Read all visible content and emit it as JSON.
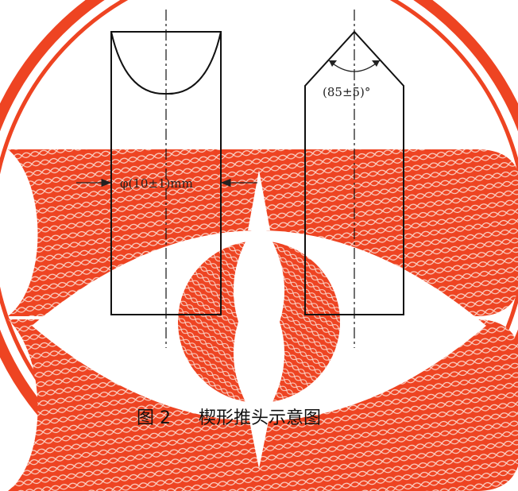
{
  "figure": {
    "dimension_diameter": "φ(10±1)mm",
    "dimension_angle": "(85±5)°",
    "caption_number": "图 2",
    "caption_title": "楔形推头示意图"
  },
  "watermark": {
    "color": "#ee4422",
    "description_icon": "eye-logo-icon"
  }
}
